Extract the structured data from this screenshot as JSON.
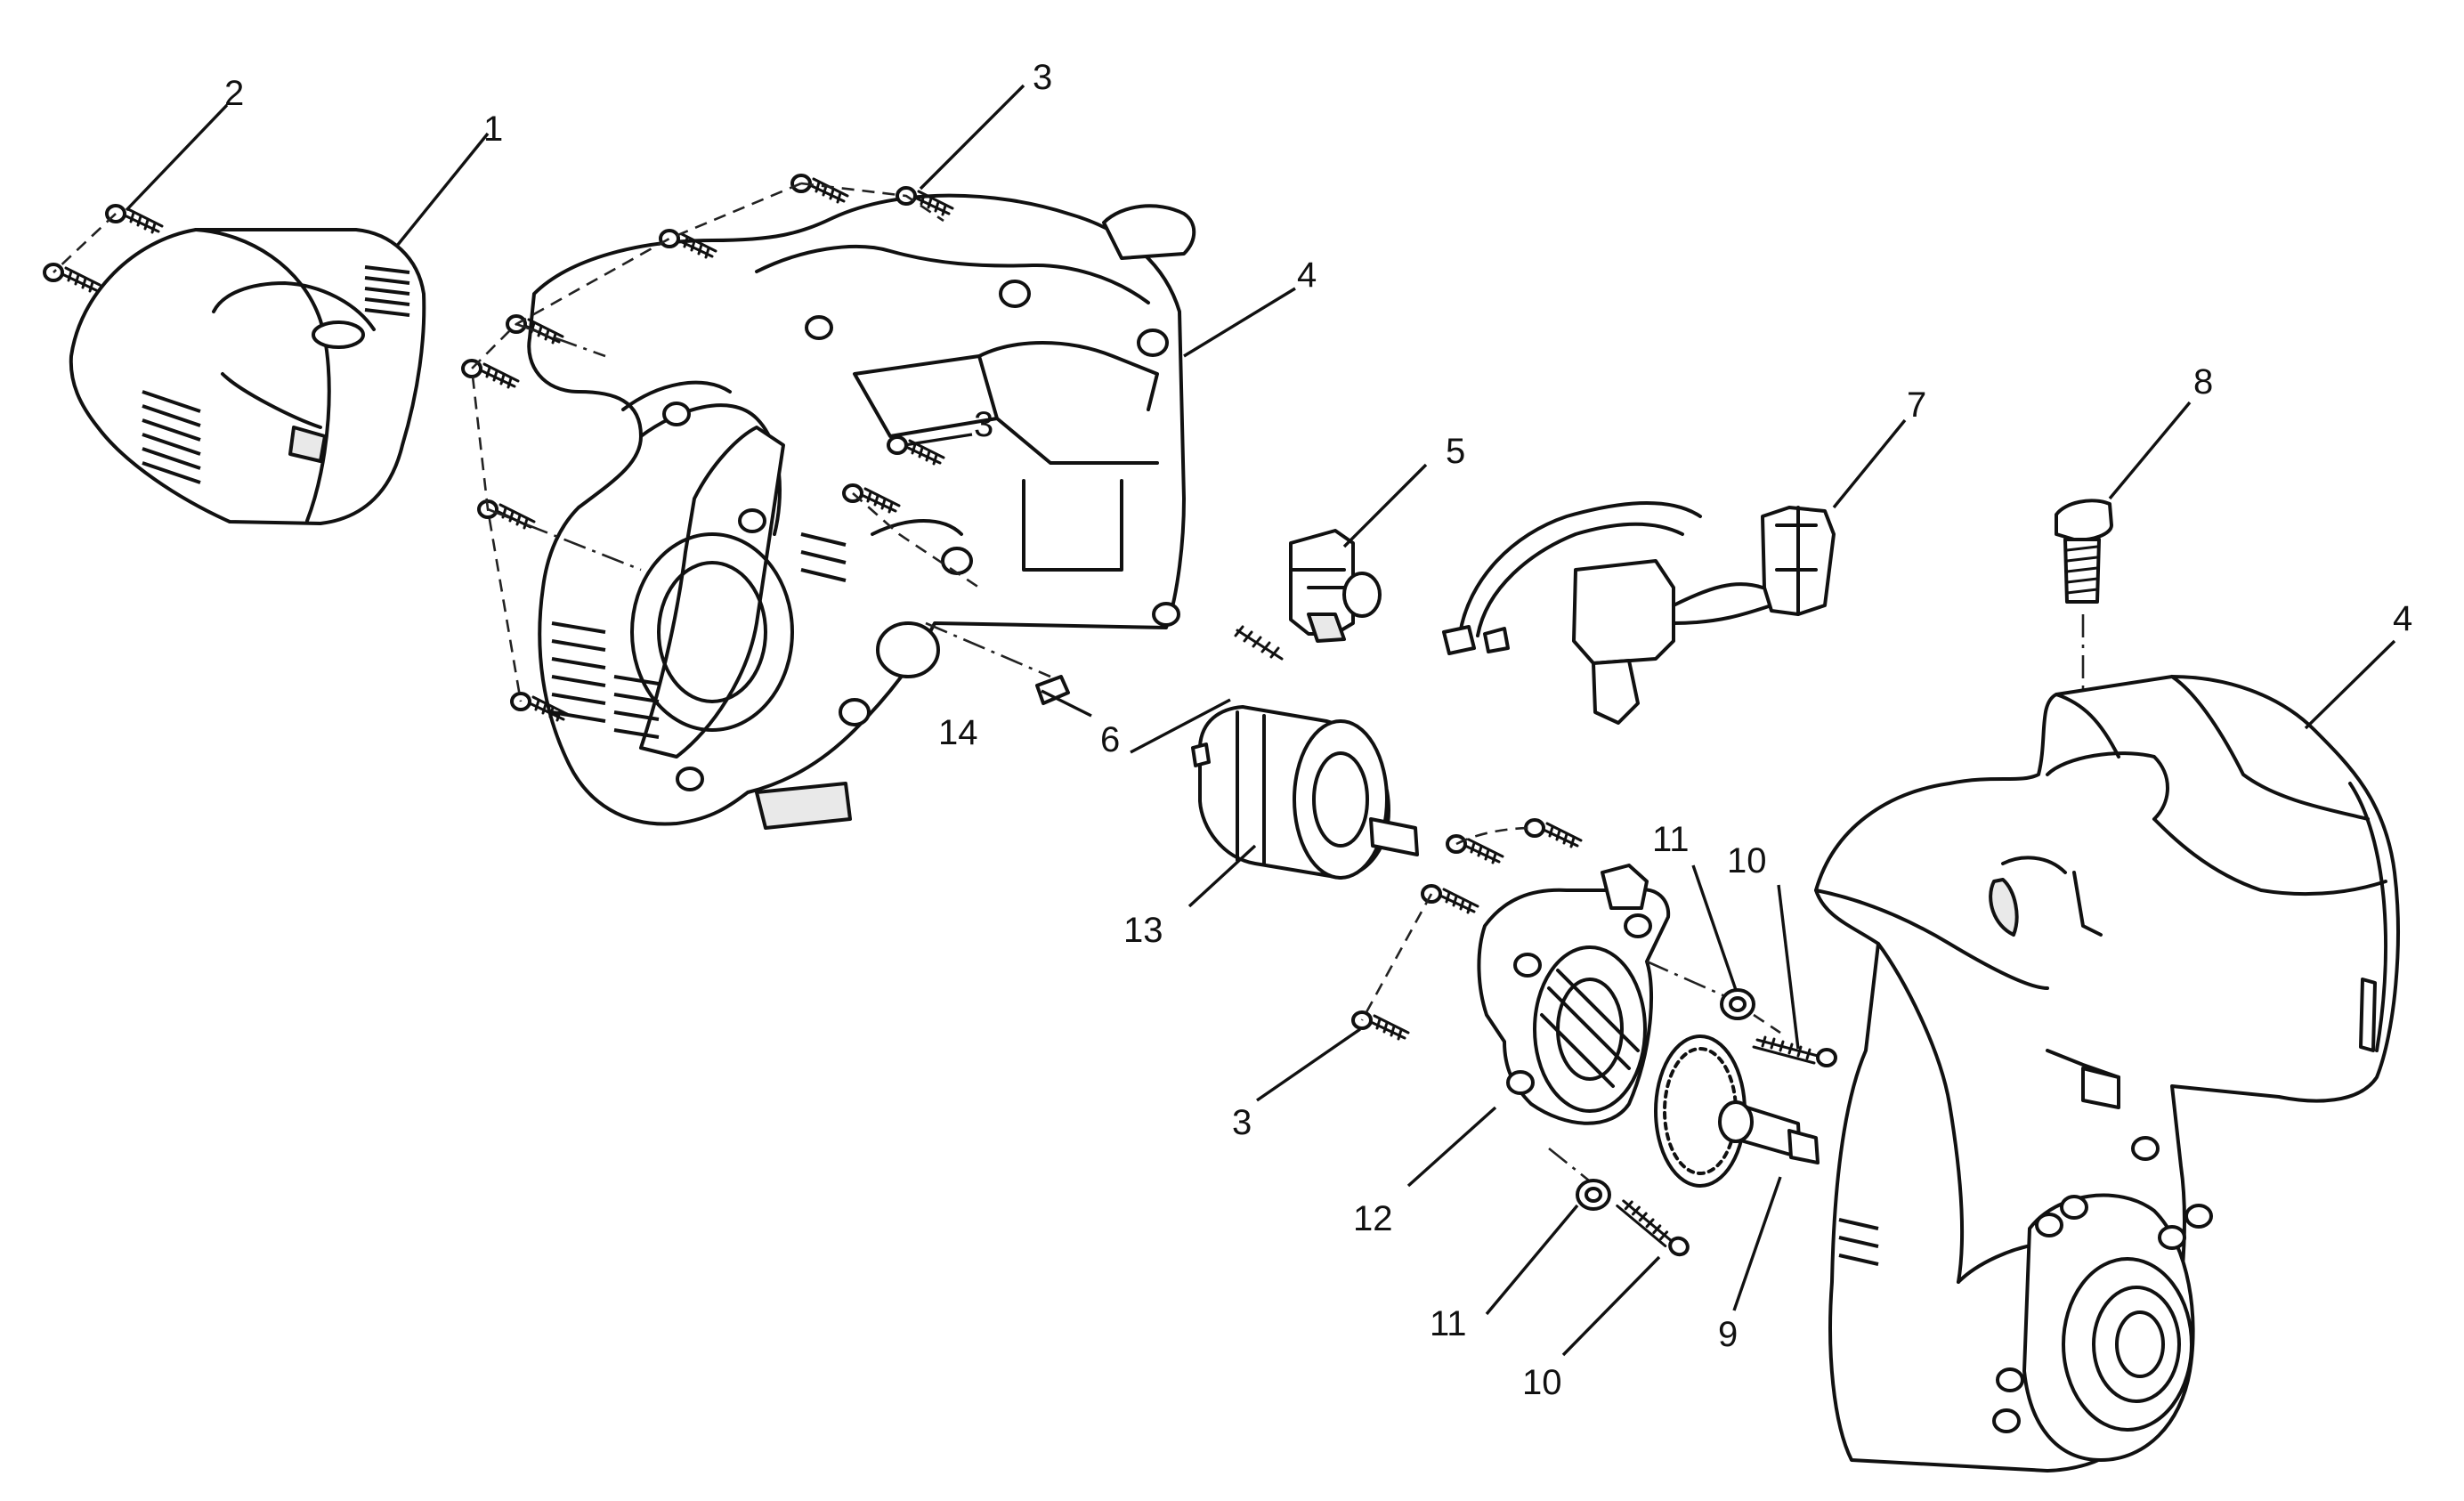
{
  "diagram": {
    "callouts": {
      "c1": "1",
      "c2": "2",
      "c3a": "3",
      "c3b": "3",
      "c3c": "3",
      "c4a": "4",
      "c4b": "4",
      "c5": "5",
      "c6": "6",
      "c7": "7",
      "c8": "8",
      "c9": "9",
      "c10a": "10",
      "c10b": "10",
      "c11a": "11",
      "c11b": "11",
      "c12": "12",
      "c13": "13",
      "c14": "14"
    }
  }
}
